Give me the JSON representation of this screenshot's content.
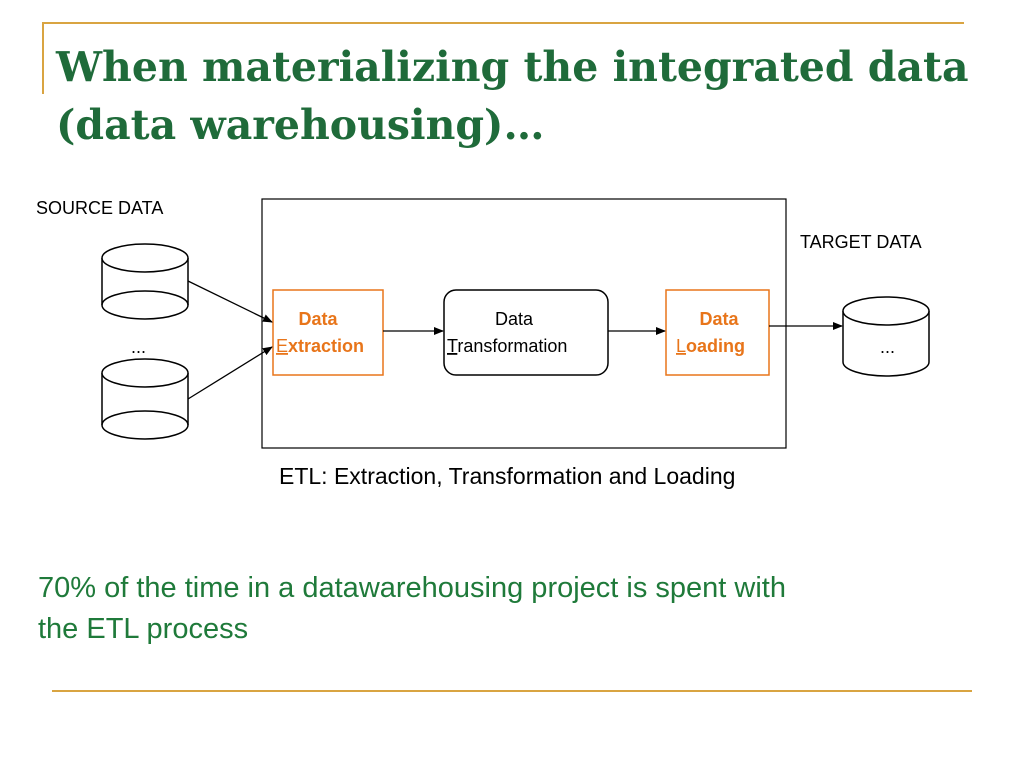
{
  "slide": {
    "title_line1": "When materializing the integrated data",
    "title_line2": "(data warehousing)…"
  },
  "diagram": {
    "source_label": "SOURCE DATA",
    "target_label": "TARGET DATA",
    "source_ellipsis": "...",
    "target_ellipsis": "...",
    "extraction": {
      "line1": "Data",
      "initial": "E",
      "rest": "xtraction"
    },
    "transformation": {
      "line1": "Data",
      "initial": "T",
      "rest": "ransformation"
    },
    "loading": {
      "line1": "Data",
      "initial": "L",
      "rest": "oading"
    },
    "caption": "ETL: Extraction, Transformation and Loading"
  },
  "note": {
    "line1": "70% of the time in a datawarehousing project is spent with",
    "line2": "the ETL process"
  },
  "colors": {
    "title": "#1f6b3a",
    "accent_line": "#d9a441",
    "stage_orange": "#e8751a",
    "note_green": "#1f7a3a"
  }
}
